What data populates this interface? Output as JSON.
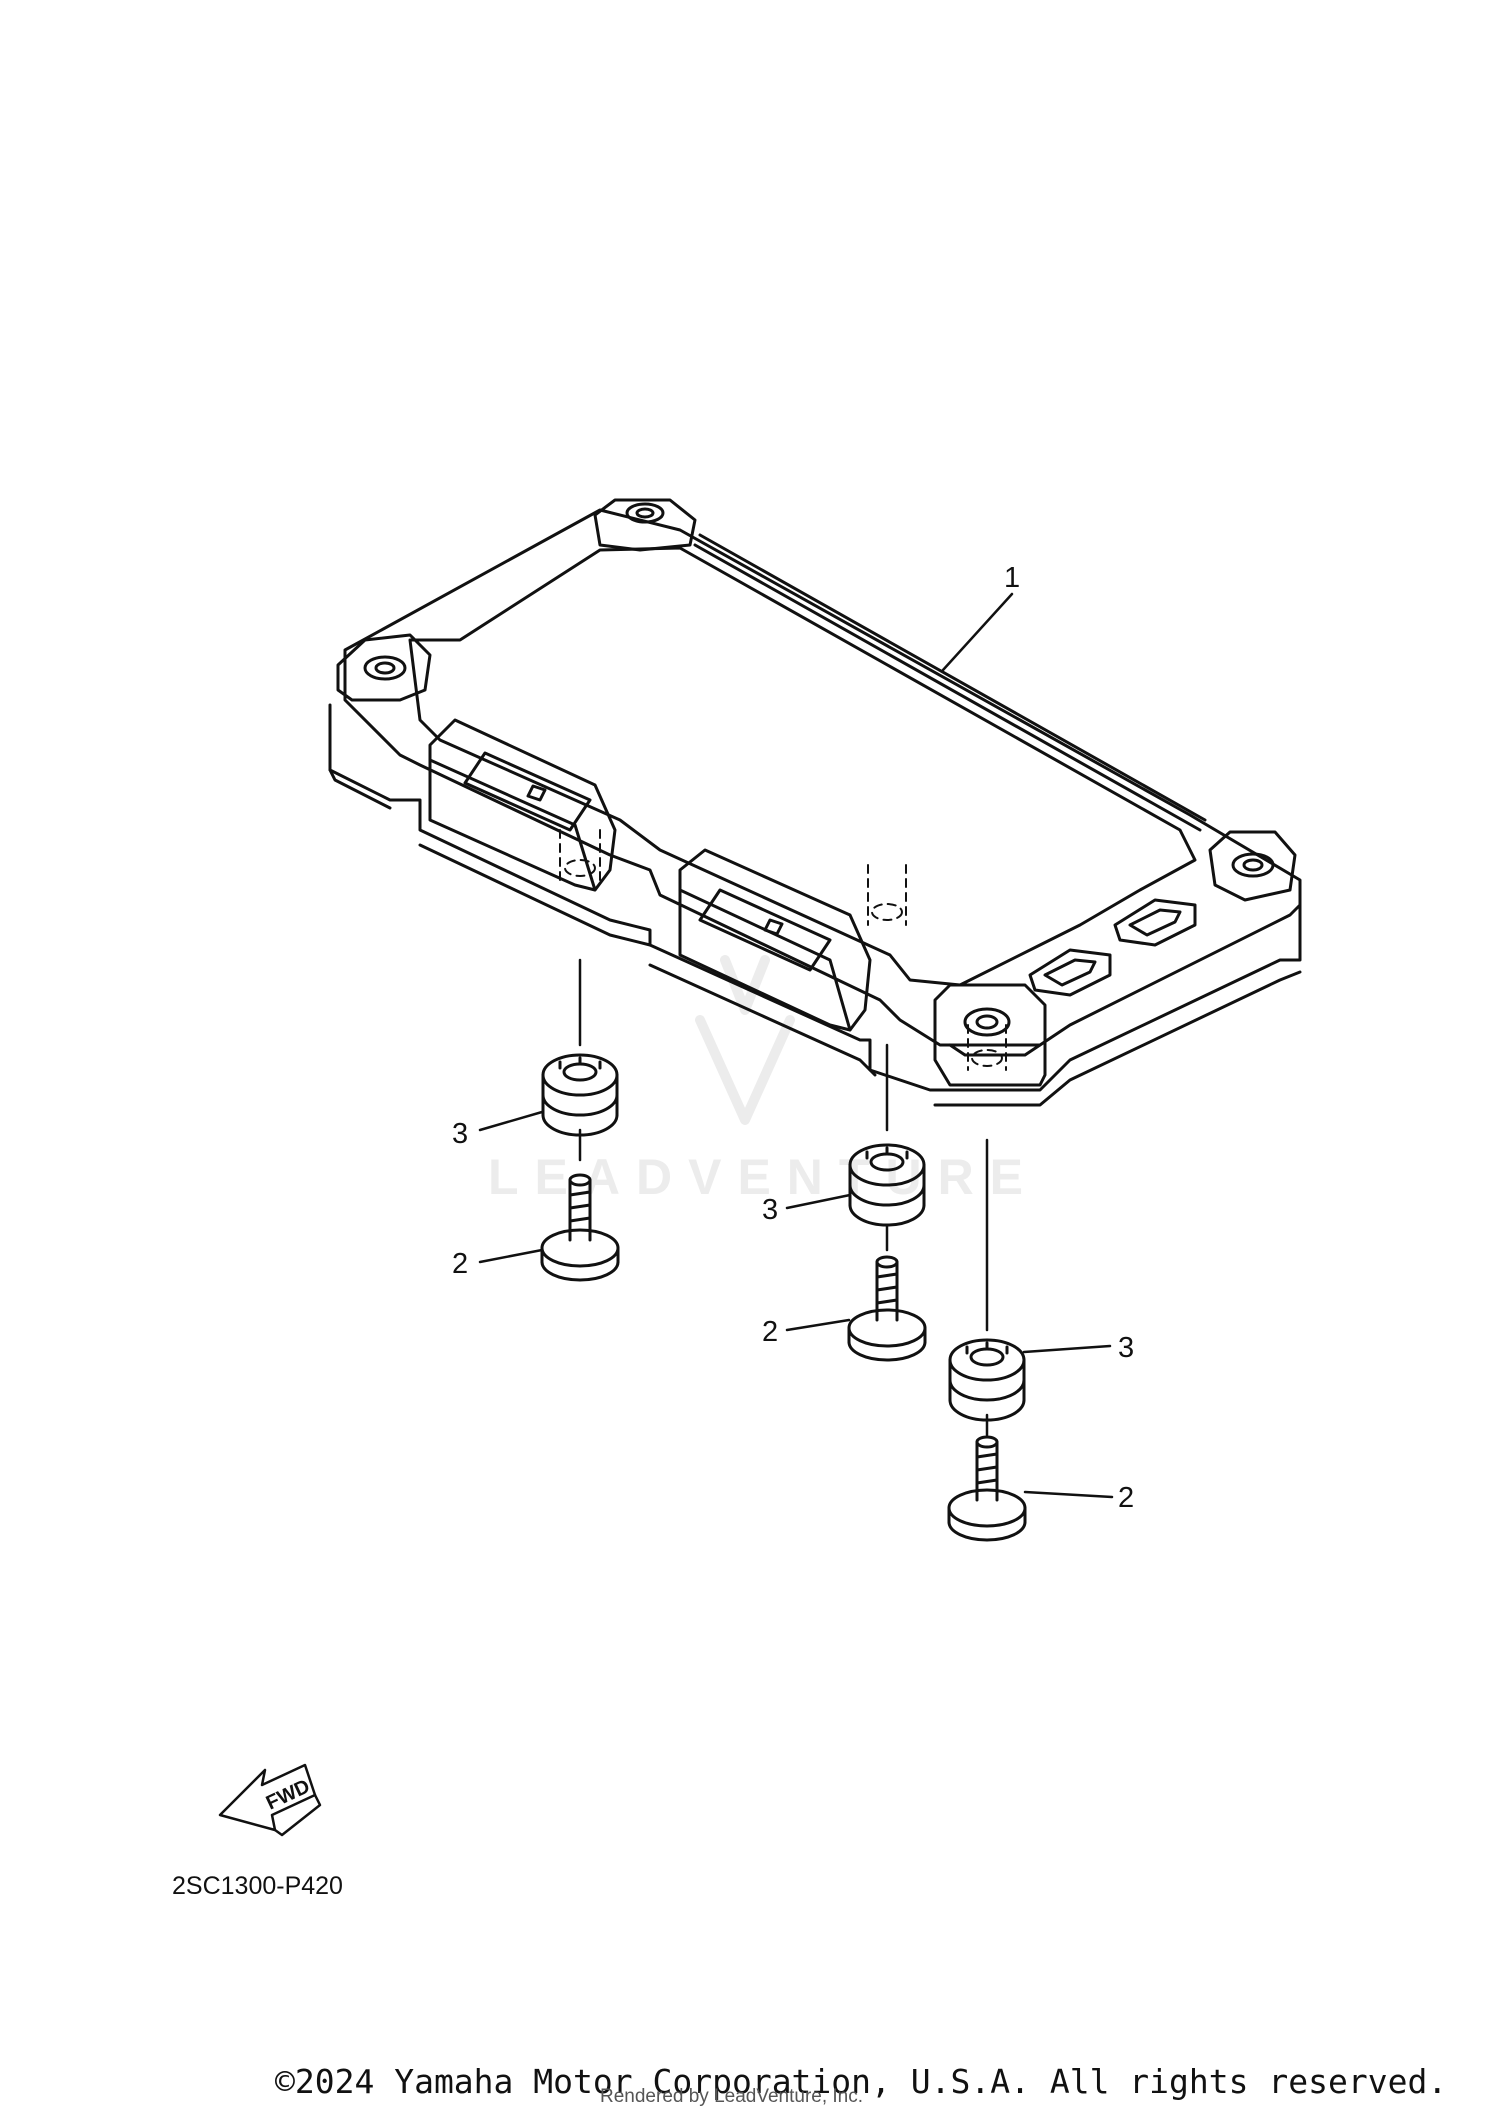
{
  "diagram": {
    "drawing_code": "2SC1300-P420",
    "fwd_label": "FWD",
    "callouts": {
      "meter_assembly": "1",
      "screw_left": "2",
      "screw_middle": "2",
      "screw_right": "2",
      "grommet_left": "3",
      "grommet_middle": "3",
      "grommet_right": "3"
    }
  },
  "watermark": {
    "text": "LEADVENTURE"
  },
  "footer": {
    "copyright": "©2024 Yamaha Motor Corporation, U.S.A. All rights reserved.",
    "rendered_by": "Rendered by LeadVenture, Inc."
  }
}
